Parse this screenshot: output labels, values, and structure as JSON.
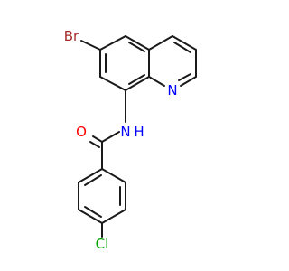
{
  "molecule": {
    "atoms": {
      "br": {
        "label": "Br",
        "color": "#a52a2a"
      },
      "n_ring": {
        "label": "N",
        "color": "#0000ff"
      },
      "nh": {
        "label": "N",
        "color": "#0000ff"
      },
      "h": {
        "label": "H",
        "color": "#0000ff"
      },
      "o": {
        "label": "O",
        "color": "#ff0000"
      },
      "cl": {
        "label": "Cl",
        "color": "#00a000"
      }
    },
    "bond_color": "#1a1a1a"
  }
}
